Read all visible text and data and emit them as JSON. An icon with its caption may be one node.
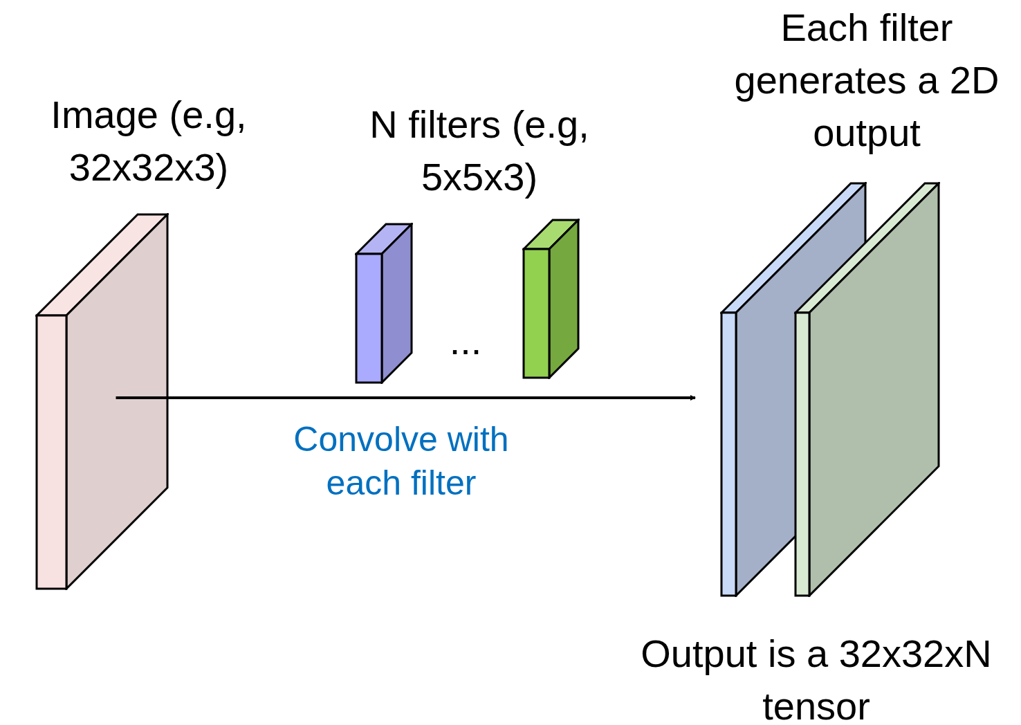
{
  "diagram": {
    "nodes": [
      {
        "text": [
          "Image (e.g, 32x32x3)"
        ]
      },
      {
        "text": [],
        "shape": "box"
      },
      {
        "text": [],
        "shape": "box"
      },
      {
        "text": [],
        "shape": "box"
      },
      {
        "text": [],
        "shape": "box"
      }
    ],
    "edges": [
      {
        "from": 0,
        "to": 3,
        "arrow": "to",
        "label": "Convolve with each filter"
      }
    ],
    "labels": [
      "N filters (e.g, 5x5x3)",
      "...",
      "Each filter generates a 2D output",
      "Output is a 32x32xN tensor"
    ]
  }
}
